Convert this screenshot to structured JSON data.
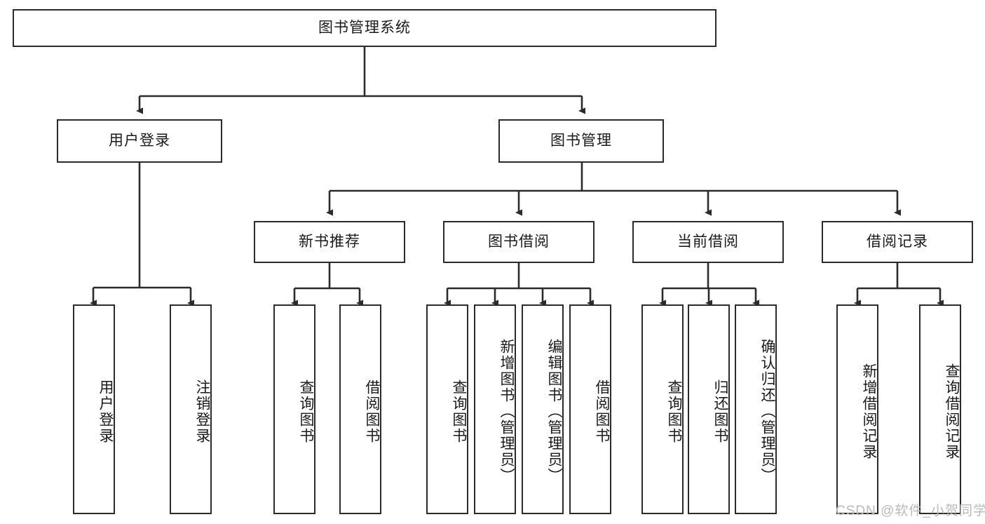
{
  "diagram": {
    "type": "hierarchy-tree",
    "title": "图书管理系统",
    "root": {
      "label": "图书管理系统"
    },
    "level2": [
      {
        "label": "用户登录"
      },
      {
        "label": "图书管理"
      }
    ],
    "level3": [
      {
        "label": "新书推荐"
      },
      {
        "label": "图书借阅"
      },
      {
        "label": "当前借阅"
      },
      {
        "label": "借阅记录"
      }
    ],
    "leaves": {
      "user_login": [
        {
          "label": "用户登录"
        },
        {
          "label": "注销登录"
        }
      ],
      "new_book_recommend": [
        {
          "label": "查询图书"
        },
        {
          "label": "借阅图书"
        }
      ],
      "book_borrow": [
        {
          "label": "查询图书"
        },
        {
          "label": "新增图书（管理员）"
        },
        {
          "label": "编辑图书（管理员）"
        },
        {
          "label": "借阅图书"
        }
      ],
      "current_borrow": [
        {
          "label": "查询图书"
        },
        {
          "label": "归还图书"
        },
        {
          "label": "确认归还（管理员）"
        }
      ],
      "borrow_record": [
        {
          "label": "新增借阅记录"
        },
        {
          "label": "查询借阅记录"
        }
      ]
    }
  },
  "watermark": {
    "text": "CSDN @软件_小贺同学"
  },
  "colors": {
    "stroke": "#2b2b2b",
    "box_fill": "#ffffff",
    "text": "#1a1a1a",
    "watermark": "#b9b9b9"
  }
}
